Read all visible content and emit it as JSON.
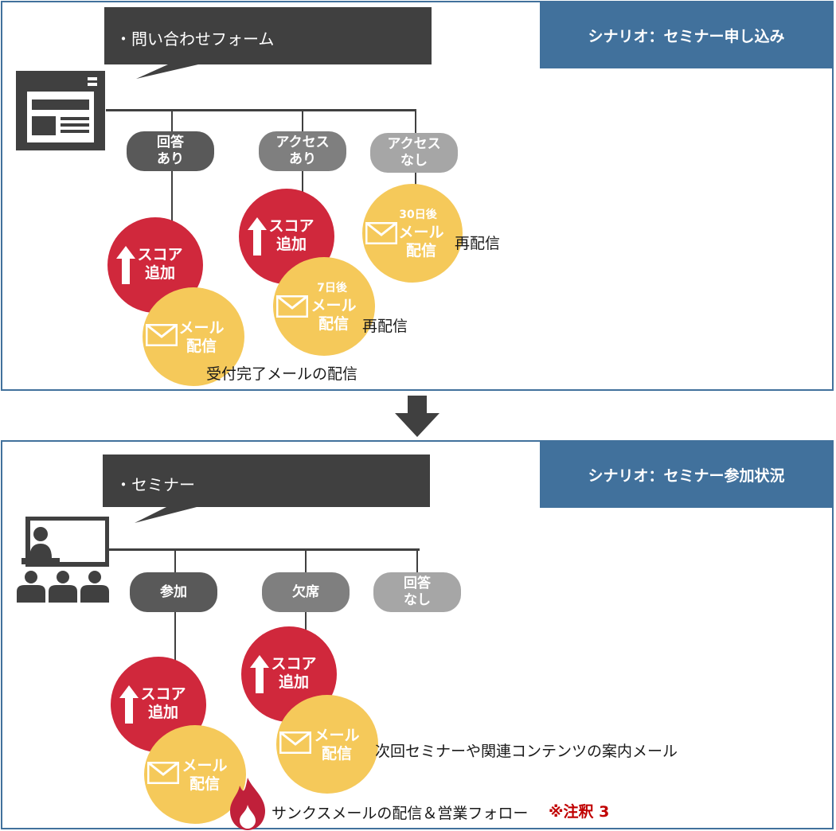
{
  "top": {
    "scenario": "シナリオ：セミナー申し込み",
    "callout": "・問い合わせフォーム",
    "branches": [
      {
        "label": "回答\nあり",
        "score": "スコア\n追加",
        "mail": "メール\n配信",
        "note": "受付完了メールの配信"
      },
      {
        "label": "アクセス\nあり",
        "score": "スコア\n追加",
        "mail_days": "7日後",
        "mail": "メール\n配信",
        "note": "再配信"
      },
      {
        "label": "アクセス\nなし",
        "mail_days": "30日後",
        "mail": "メール\n配信",
        "note": "再配信"
      }
    ]
  },
  "bottom": {
    "scenario": "シナリオ：セミナー参加状況",
    "callout": "・セミナー",
    "branches": [
      {
        "label": "参加",
        "score": "スコア\n追加",
        "mail": "メール\n配信",
        "note": "サンクスメールの配信＆営業フォロー"
      },
      {
        "label": "欠席",
        "score": "スコア\n追加",
        "mail": "メール\n配信",
        "note": "次回セミナーや関連コンテンツの案内メール"
      },
      {
        "label": "回答\nなし"
      }
    ],
    "annotation": "※注釈 3"
  },
  "colors": {
    "accent": "#41719c",
    "red": "#d0283c",
    "yellow": "#f5c95a",
    "dark": "#404040"
  },
  "icons": {
    "form": "form-icon",
    "seminar": "seminar-icon",
    "arrow": "down-arrow-icon",
    "mail": "envelope-icon",
    "score": "up-arrow-icon",
    "hot": "flame-icon"
  }
}
